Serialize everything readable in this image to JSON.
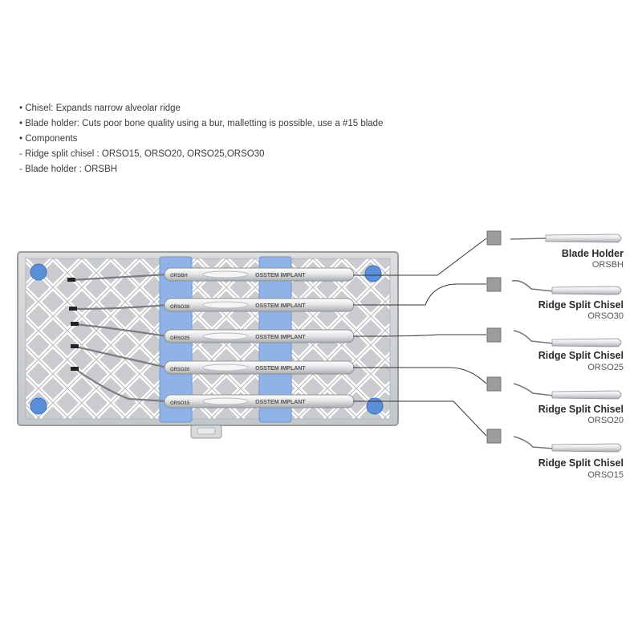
{
  "description": {
    "lines": [
      "• Chisel: Expands narrow alveolar ridge",
      "• Blade holder: Cuts poor bone quality using a bur, malletting is possible, use a #15 blade",
      "• Components",
      "   - Ridge split chisel : ORSO15, ORSO20, ORSO25,ORSO30",
      "   - Blade holder : ORSBH"
    ]
  },
  "tray": {
    "instruments": [
      {
        "code": "ORSBH",
        "brand": "OSSTEM IMPLANT"
      },
      {
        "code": "ORSO30",
        "brand": "OSSTEM IMPLANT"
      },
      {
        "code": "ORSO25",
        "brand": "OSSTEM IMPLANT"
      },
      {
        "code": "ORSO20",
        "brand": "OSSTEM IMPLANT"
      },
      {
        "code": "ORSO15",
        "brand": "OSSTEM IMPLANT"
      }
    ]
  },
  "callouts": [
    {
      "name": "Blade Holder",
      "code": "ORSBH"
    },
    {
      "name": "Ridge Split Chisel",
      "code": "ORSO30"
    },
    {
      "name": "Ridge Split Chisel",
      "code": "ORSO25"
    },
    {
      "name": "Ridge Split Chisel",
      "code": "ORSO20"
    },
    {
      "name": "Ridge Split Chisel",
      "code": "ORSO15"
    }
  ],
  "colors": {
    "tray_fill": "#d2d4d6",
    "tray_border": "#9a9da0",
    "clip_blue": "#8fb3e6",
    "knob_blue": "#5b8fd8",
    "leader_line": "#333333",
    "marker_gray": "#8a8a8a"
  }
}
